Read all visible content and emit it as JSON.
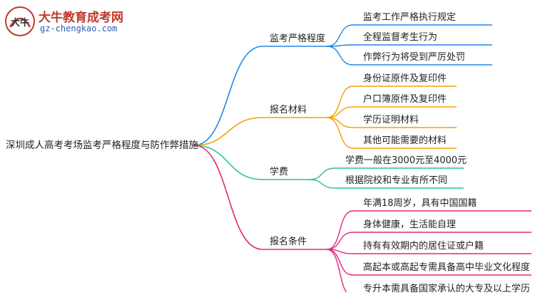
{
  "brand": {
    "title": "大牛教育成考网",
    "url": "gz-chengkao.com",
    "mark_text": "大牛"
  },
  "root": "深圳成人高考考场监考严格程度与防作弊措施",
  "branches": [
    {
      "label": "监考严格程度",
      "color": "#1e88e5",
      "items": [
        "监考工作严格执行规定",
        "全程监督考生行为",
        "作弊行为将受到严厉处罚"
      ]
    },
    {
      "label": "报名材料",
      "color": "#f5a000",
      "items": [
        "身份证原件及复印件",
        "户口簿原件及复印件",
        "学历证明材料",
        "其他可能需要的材料"
      ]
    },
    {
      "label": "学费",
      "color": "#2ec27e",
      "items": [
        "学费一般在3000元至4000元",
        "根据院校和专业有所不同"
      ]
    },
    {
      "label": "报名条件",
      "color": "#e5267b",
      "items": [
        "年满18周岁，具有中国国籍",
        "身体健康，生活能自理",
        "持有有效期内的居住证或户籍",
        "高起本或高起专需具备高中毕业文化程度",
        "专升本需具备国家承认的大专及以上学历"
      ]
    }
  ]
}
